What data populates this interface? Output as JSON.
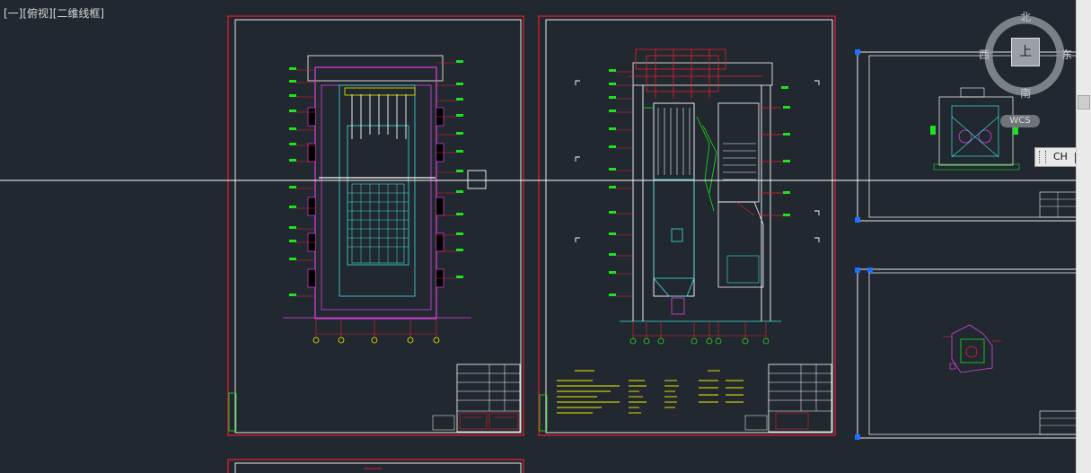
{
  "viewport": {
    "label": "[一][俯视][二维线框]"
  },
  "viewcube": {
    "north": "北",
    "south": "南",
    "east": "东",
    "west": "西",
    "face": "上"
  },
  "ucs": {
    "label": "WCS"
  },
  "ime": {
    "language": "CH"
  },
  "colors": {
    "background": "#212830",
    "sheet_border": "#e8202a",
    "drawing_frame": "#ffffff",
    "magenta": "#e040e0",
    "cyan": "#40e0e0",
    "yellow": "#f0f000",
    "green": "#20e020",
    "grip": "#1e6eff"
  }
}
